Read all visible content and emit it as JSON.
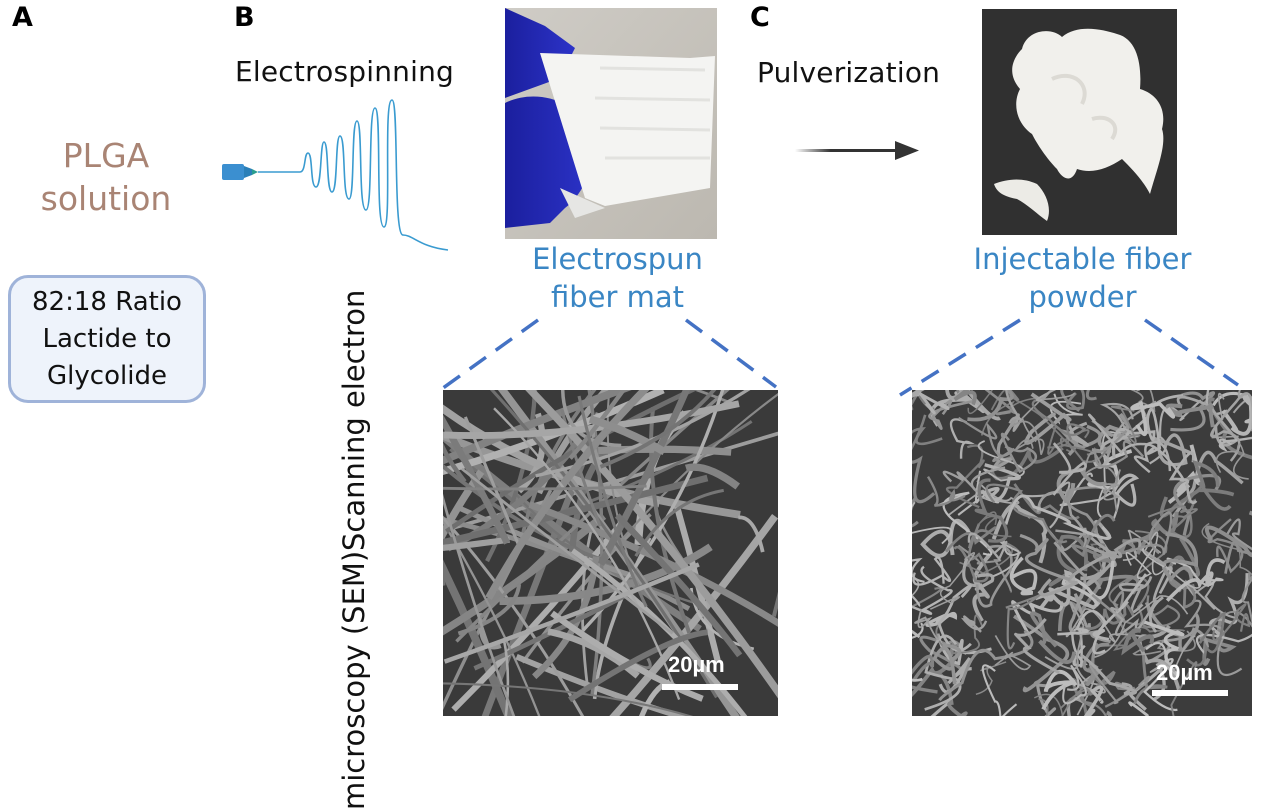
{
  "panels": {
    "a": {
      "letter": "A",
      "solution_label_line1": "PLGA",
      "solution_label_line2": "solution",
      "ratio_box": {
        "line1": "82:18 Ratio",
        "line2": "Lactide to",
        "line3": "Glycolide"
      }
    },
    "b": {
      "letter": "B",
      "process_title": "Electrospinning",
      "caption_line1": "Electrospun",
      "caption_line2": "fiber mat",
      "sem_scale_label": "20µm"
    },
    "c": {
      "letter": "C",
      "process_title": "Pulverization",
      "caption_line1": "Injectable fiber",
      "caption_line2": "powder",
      "sem_scale_label": "20µm"
    }
  },
  "sem_row_label": {
    "line1": "Scanning electron",
    "line2": "microscopy (SEM)"
  },
  "icons": {
    "syringe": "syringe-icon",
    "arrow": "arrow-right-icon",
    "jet": "electrospinning-jet-icon"
  },
  "colors": {
    "plga_text": "#a98474",
    "caption_text": "#3a86c4",
    "ratio_border": "#9fb3d9",
    "ratio_fill": "#eef3fb",
    "dashed_line": "#4472c4",
    "glove": "#1d1fa8"
  }
}
